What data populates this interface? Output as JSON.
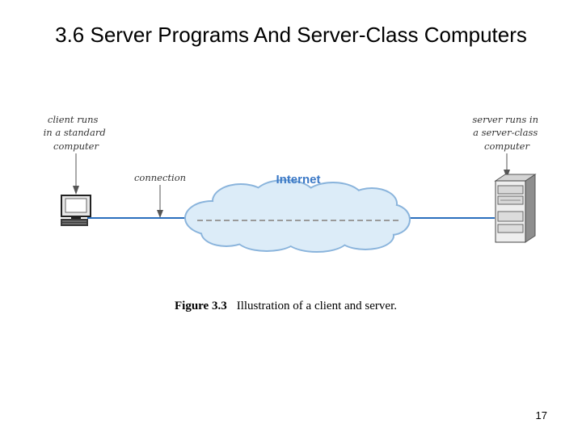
{
  "slide": {
    "title": "3.6  Server Programs And Server-Class Computers",
    "page_number": "17"
  },
  "figure": {
    "client_note": [
      "client runs",
      "in a standard",
      "computer"
    ],
    "server_note": [
      "server runs in",
      "a server-class",
      "computer"
    ],
    "connection_label": "connection",
    "internet_label": "Internet",
    "caption_number": "Figure 3.3",
    "caption_text": "Illustration of a client and server."
  },
  "colors": {
    "link": "#2a6ebd",
    "cloud_fill": "#dcecf8",
    "cloud_stroke": "#8ab4dc"
  }
}
